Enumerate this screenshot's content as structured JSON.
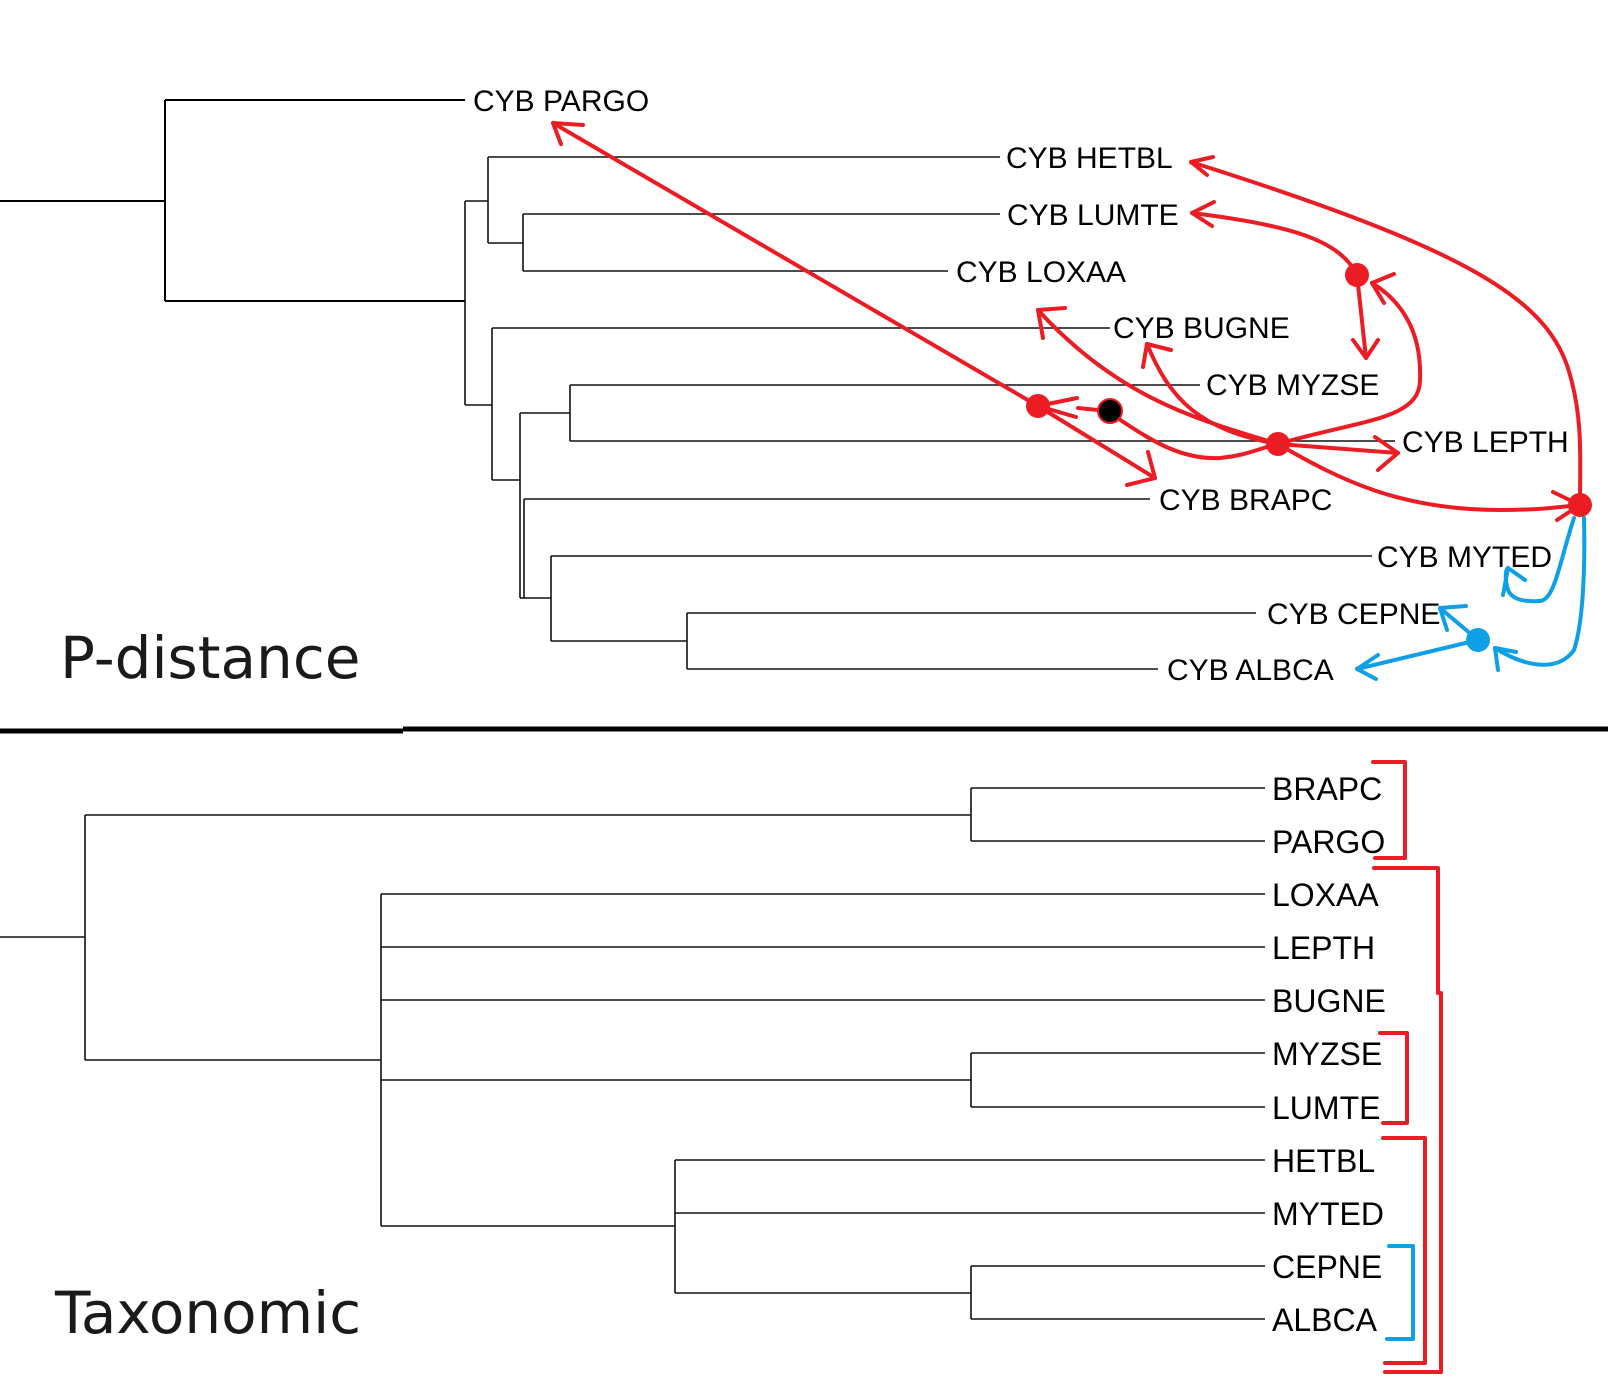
{
  "upper_panel": {
    "title": "P-distance",
    "leaves": [
      {
        "id": "PARGO",
        "label": "CYB PARGO"
      },
      {
        "id": "HETBL",
        "label": "CYB HETBL"
      },
      {
        "id": "LUMTE",
        "label": "CYB LUMTE"
      },
      {
        "id": "LOXAA",
        "label": "CYB LOXAA"
      },
      {
        "id": "BUGNE",
        "label": "CYB BUGNE"
      },
      {
        "id": "MYZSE",
        "label": "CYB MYZSE"
      },
      {
        "id": "LEPTH",
        "label": "CYB LEPTH"
      },
      {
        "id": "BRAPC",
        "label": "CYB BRAPC"
      },
      {
        "id": "MYTED",
        "label": "CYB MYTED"
      },
      {
        "id": "CEPNE",
        "label": "CYB CEPNE"
      },
      {
        "id": "ALBCA",
        "label": "CYB ALBCA"
      }
    ],
    "topology": "(PARGO,((HETBL,(LUMTE,LOXAA)),(BUGNE,((MYZSE,LEPTH),(BRAPC,(MYTED,(CEPNE,ALBCA)))))))",
    "annotation_colors": {
      "red": "#ec1c24",
      "blue": "#0ea0e6",
      "black": "#000000"
    },
    "annotations": [
      {
        "color": "red",
        "description": "arrow from red node near BRAPC branch to CYB PARGO"
      },
      {
        "color": "red",
        "description": "arrow from red node near LEPTH to CYB HETBL via right-side node"
      },
      {
        "color": "red",
        "description": "arrow between red node and CYB LUMTE and CYB MYZSE"
      },
      {
        "color": "red",
        "description": "arrows from LEPTH node to CYB LOXAA, CYB BUGNE, CYB LEPTH"
      },
      {
        "color": "red",
        "description": "arrow to CYB BRAPC"
      },
      {
        "color": "blue",
        "description": "arrows from right red node to CYB MYTED and blue node"
      },
      {
        "color": "blue",
        "description": "arrows from blue node to CYB CEPNE and CYB ALBCA"
      },
      {
        "color": "black",
        "description": "black dot between MYZSE and LEPTH branches"
      }
    ]
  },
  "lower_panel": {
    "title": "Taxonomic",
    "leaves": [
      {
        "id": "BRAPC",
        "label": "BRAPC"
      },
      {
        "id": "PARGO",
        "label": "PARGO"
      },
      {
        "id": "LOXAA",
        "label": "LOXAA"
      },
      {
        "id": "LEPTH",
        "label": "LEPTH"
      },
      {
        "id": "BUGNE",
        "label": "BUGNE"
      },
      {
        "id": "MYZSE",
        "label": "MYZSE"
      },
      {
        "id": "LUMTE",
        "label": "LUMTE"
      },
      {
        "id": "HETBL",
        "label": "HETBL"
      },
      {
        "id": "MYTED",
        "label": "MYTED"
      },
      {
        "id": "CEPNE",
        "label": "CEPNE"
      },
      {
        "id": "ALBCA",
        "label": "ALBCA"
      }
    ],
    "topology": "((BRAPC,PARGO),(LOXAA,LEPTH,BUGNE,(MYZSE,LUMTE),(HETBL,MYTED,(CEPNE,ALBCA))))",
    "brackets": [
      {
        "color": "red",
        "groups": [
          "BRAPC",
          "PARGO"
        ]
      },
      {
        "color": "red",
        "groups": [
          "LOXAA",
          "LEPTH",
          "BUGNE",
          "MYZSE",
          "LUMTE",
          "HETBL",
          "MYTED",
          "CEPNE",
          "ALBCA"
        ]
      },
      {
        "color": "red",
        "groups": [
          "MYZSE",
          "LUMTE"
        ]
      },
      {
        "color": "red",
        "groups": [
          "HETBL",
          "MYTED",
          "CEPNE",
          "ALBCA"
        ]
      },
      {
        "color": "blue",
        "groups": [
          "CEPNE",
          "ALBCA"
        ]
      }
    ]
  }
}
